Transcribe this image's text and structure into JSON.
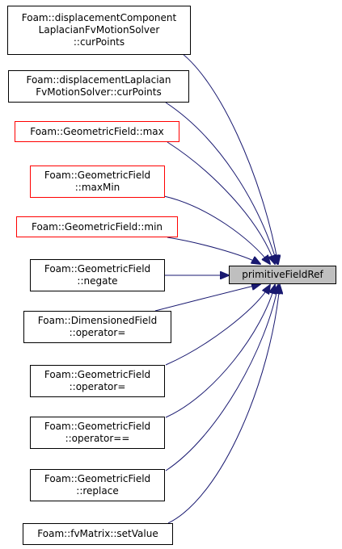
{
  "colors": {
    "edge": "#191970",
    "node_border": "#000000",
    "node_border_incomplete": "#ff0000",
    "target_fill": "#bfbfbf"
  },
  "target": {
    "label": "primitiveFieldRef"
  },
  "callers": [
    {
      "lines": [
        "Foam::displacementComponent",
        "LaplacianFvMotionSolver",
        "::curPoints"
      ],
      "incomplete": false
    },
    {
      "lines": [
        "Foam::displacementLaplacian",
        "FvMotionSolver::curPoints"
      ],
      "incomplete": false
    },
    {
      "lines": [
        "Foam::GeometricField::max"
      ],
      "incomplete": true
    },
    {
      "lines": [
        "Foam::GeometricField",
        "::maxMin"
      ],
      "incomplete": true
    },
    {
      "lines": [
        "Foam::GeometricField::min"
      ],
      "incomplete": true
    },
    {
      "lines": [
        "Foam::GeometricField",
        "::negate"
      ],
      "incomplete": false
    },
    {
      "lines": [
        "Foam::DimensionedField",
        "::operator="
      ],
      "incomplete": false
    },
    {
      "lines": [
        "Foam::GeometricField",
        "::operator="
      ],
      "incomplete": false
    },
    {
      "lines": [
        "Foam::GeometricField",
        "::operator=="
      ],
      "incomplete": false
    },
    {
      "lines": [
        "Foam::GeometricField",
        "::replace"
      ],
      "incomplete": false
    },
    {
      "lines": [
        "Foam::fvMatrix::setValue"
      ],
      "incomplete": false
    }
  ]
}
